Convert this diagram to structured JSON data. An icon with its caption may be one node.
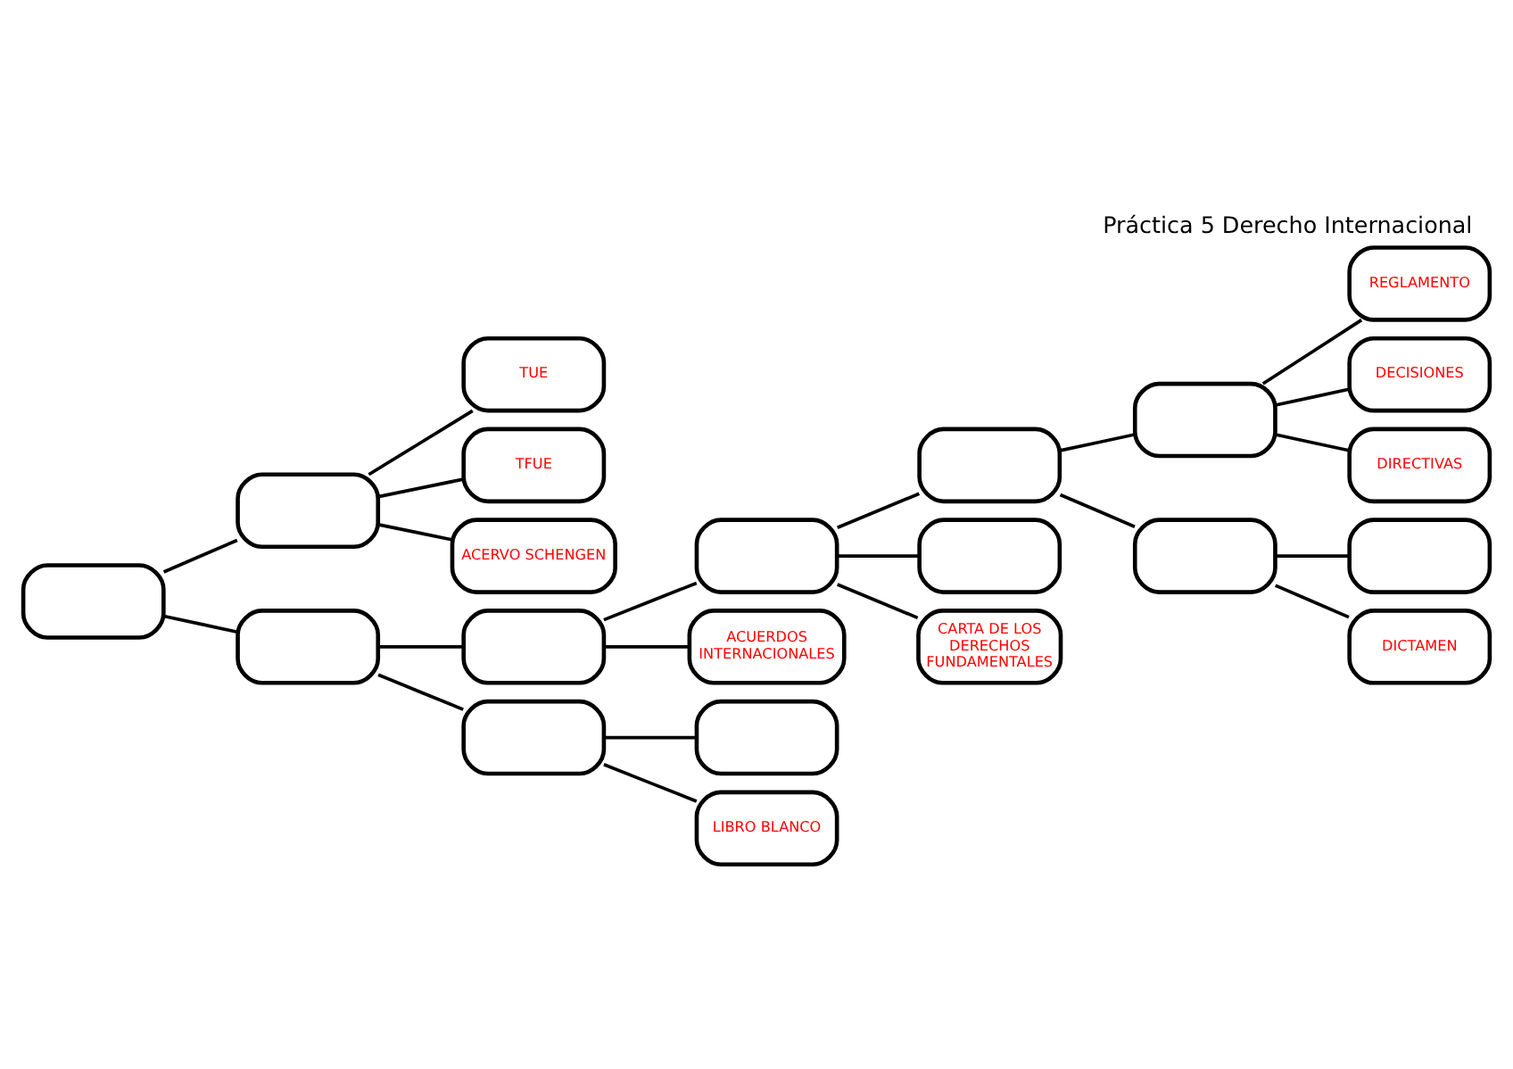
{
  "diagram": {
    "title": "Práctica 5 Derecho Internacional",
    "nodes": [
      {
        "text": [],
        "shape": "box"
      },
      {
        "text": [],
        "shape": "box"
      },
      {
        "text": [
          "TUE"
        ]
      },
      {
        "text": [
          "TFUE"
        ]
      },
      {
        "text": [
          "ACERVO SCHENGEN"
        ]
      },
      {
        "text": [],
        "shape": "box"
      },
      {
        "text": [],
        "shape": "box"
      },
      {
        "text": [],
        "shape": "box"
      },
      {
        "text": [
          "ACUERDOS INTERNACIONALES"
        ]
      },
      {
        "text": [],
        "shape": "box"
      },
      {
        "text": [],
        "shape": "box"
      },
      {
        "text": [
          "CARTA DE LOS DERECHOS FUNDAMENTALES"
        ]
      },
      {
        "text": [],
        "shape": "box"
      },
      {
        "text": [
          "REGLAMENTO"
        ]
      },
      {
        "text": [
          "DECISIONES"
        ]
      },
      {
        "text": [
          "DIRECTIVAS"
        ]
      },
      {
        "text": [],
        "shape": "box"
      },
      {
        "text": [],
        "shape": "box"
      },
      {
        "text": [
          "DICTAMEN"
        ]
      },
      {
        "text": [],
        "shape": "box"
      },
      {
        "text": [],
        "shape": "box"
      },
      {
        "text": [
          "LIBRO BLANCO"
        ]
      }
    ],
    "edges": [
      {
        "from": 0,
        "to": 1,
        "arrow": "none"
      },
      {
        "from": 1,
        "to": 2,
        "arrow": "none"
      },
      {
        "from": 1,
        "to": 3,
        "arrow": "none"
      },
      {
        "from": 1,
        "to": 4,
        "arrow": "none"
      },
      {
        "from": 0,
        "to": 5,
        "arrow": "none"
      },
      {
        "from": 5,
        "to": 6,
        "arrow": "none"
      },
      {
        "from": 6,
        "to": 7,
        "arrow": "none"
      },
      {
        "from": 6,
        "to": 8,
        "arrow": "none"
      },
      {
        "from": 7,
        "to": 9,
        "arrow": "none"
      },
      {
        "from": 7,
        "to": 10,
        "arrow": "none"
      },
      {
        "from": 7,
        "to": 11,
        "arrow": "none"
      },
      {
        "from": 9,
        "to": 12,
        "arrow": "none"
      },
      {
        "from": 12,
        "to": 13,
        "arrow": "none"
      },
      {
        "from": 12,
        "to": 14,
        "arrow": "none"
      },
      {
        "from": 12,
        "to": 15,
        "arrow": "none"
      },
      {
        "from": 9,
        "to": 16,
        "arrow": "none"
      },
      {
        "from": 16,
        "to": 17,
        "arrow": "none"
      },
      {
        "from": 16,
        "to": 18,
        "arrow": "none"
      },
      {
        "from": 5,
        "to": 19,
        "arrow": "none"
      },
      {
        "from": 19,
        "to": 20,
        "arrow": "none"
      },
      {
        "from": 19,
        "to": 21,
        "arrow": "none"
      }
    ]
  }
}
